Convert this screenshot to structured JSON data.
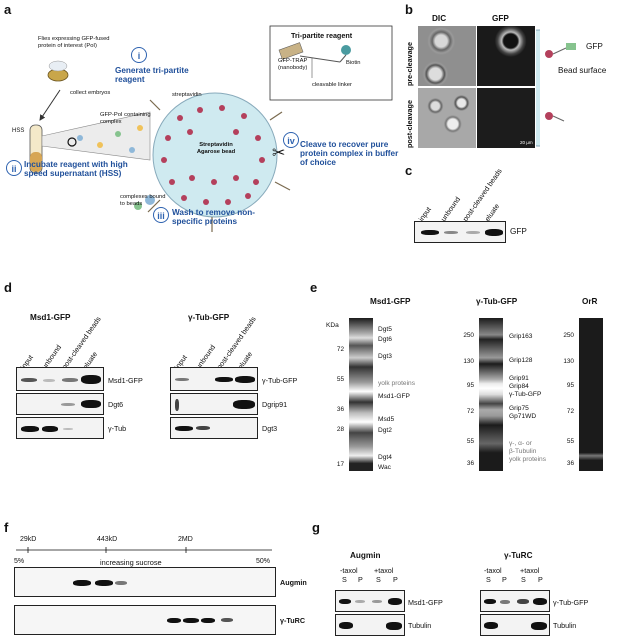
{
  "panel_a": {
    "letter": "a",
    "steps": [
      {
        "num": "i",
        "text": "Generate tri-partite reagent"
      },
      {
        "num": "ii",
        "text": "Incubate reagent with high speed supernatant (HSS)"
      },
      {
        "num": "iii",
        "text": "Wash to remove non-specific proteins"
      },
      {
        "num": "iv",
        "text": "Cleave to recover pure protein complex in buffer of choice"
      }
    ],
    "reagent_box_title": "Tri-partite reagent",
    "reagent_parts": [
      "GFP-TRAP (nanobody)",
      "Biotin",
      "cleavable linker"
    ],
    "labels": {
      "flies": "Flies expressing GFP-fused protein of interest (PoI)",
      "collect": "collect embryos",
      "hss": "HSS",
      "complex": "GFP-PoI containing complex",
      "streptavidin": "streptavidin",
      "bead": "Streptavidin Agarose bead",
      "complexes_bound": "complexes bound to beads"
    }
  },
  "panel_b": {
    "letter": "b",
    "col_headers": [
      "DIC",
      "GFP"
    ],
    "row_labels": [
      "pre-cleavage",
      "post-cleavage"
    ],
    "scale": "20 µm",
    "gfp_label": "GFP",
    "bead_surface": "Bead surface"
  },
  "panel_c": {
    "letter": "c",
    "lanes": [
      "input",
      "unbound",
      "post-cleaved beads",
      "eluate"
    ],
    "row_label": "GFP"
  },
  "panel_d": {
    "letter": "d",
    "left": {
      "title": "Msd1-GFP",
      "lanes": [
        "input",
        "unbound",
        "post-cleaved beads",
        "eluate"
      ],
      "rows": [
        "Msd1-GFP",
        "Dgt6",
        "γ-Tub"
      ]
    },
    "right": {
      "title": "γ-Tub-GFP",
      "lanes": [
        "input",
        "unbound",
        "post-cleaved beads",
        "eluate"
      ],
      "rows": [
        "γ-Tub-GFP",
        "Dgrip91",
        "Dgt3"
      ]
    }
  },
  "panel_e": {
    "letter": "e",
    "gels": [
      {
        "title": "Msd1-GFP",
        "unit": "KDa",
        "markers": [
          "72",
          "55",
          "36",
          "28",
          "17"
        ],
        "bands": [
          "Dgt5",
          "Dgt6",
          "Dgt3",
          "yolk proteins",
          "Msd1-GFP",
          "Msd5",
          "Dgt2",
          "Dgt4",
          "Wac"
        ]
      },
      {
        "title": "γ-Tub-GFP",
        "markers": [
          "250",
          "130",
          "95",
          "72",
          "55",
          "36"
        ],
        "bands": [
          "Grip163",
          "Grip128",
          "Grip91",
          "Grip84",
          "γ-Tub-GFP",
          "Grip75",
          "Gp71WD",
          "γ-, α- or",
          "β-Tubulin",
          "yolk proteins"
        ]
      },
      {
        "title": "OrR",
        "markers": [
          "250",
          "130",
          "95",
          "72",
          "55",
          "36"
        ]
      }
    ]
  },
  "panel_f": {
    "letter": "f",
    "markers": [
      "29kD",
      "443kD",
      "2MD"
    ],
    "left_pct": "5%",
    "right_pct": "50%",
    "axis_label": "increasing sucrose",
    "rows": [
      "Augmin",
      "γ-TuRC"
    ]
  },
  "panel_g": {
    "letter": "g",
    "left": {
      "title": "Augmin",
      "conditions": [
        "-taxol",
        "+taxol"
      ],
      "lanes": [
        "S",
        "P",
        "S",
        "P"
      ],
      "rows": [
        "Msd1-GFP",
        "Tubulin"
      ]
    },
    "right": {
      "title": "γ-TuRC",
      "conditions": [
        "-taxol",
        "+taxol"
      ],
      "lanes": [
        "S",
        "P",
        "S",
        "P"
      ],
      "rows": [
        "γ-Tub-GFP",
        "Tubulin"
      ]
    }
  }
}
